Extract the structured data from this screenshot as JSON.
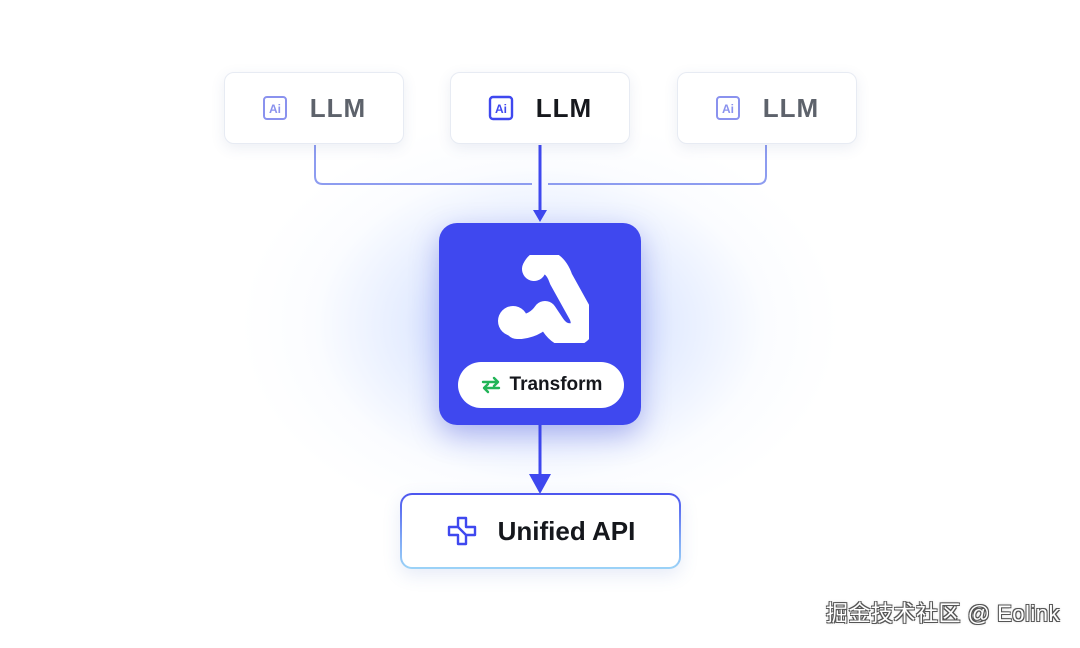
{
  "llm_cards": [
    {
      "label": "LLM",
      "icon": "ai-icon",
      "highlighted": false
    },
    {
      "label": "LLM",
      "icon": "ai-icon",
      "highlighted": true
    },
    {
      "label": "LLM",
      "icon": "ai-icon",
      "highlighted": false
    }
  ],
  "hub": {
    "logo": "eolink-logo-icon",
    "transform_label": "Transform",
    "transform_icon": "swap-arrows-icon"
  },
  "output": {
    "label": "Unified API",
    "icon": "api-cross-icon"
  },
  "watermark": "掘金技术社区 @ Eolink",
  "colors": {
    "primary": "#3f48ef",
    "connector": "#8d9cf0",
    "transform_icon": "#22b457"
  }
}
